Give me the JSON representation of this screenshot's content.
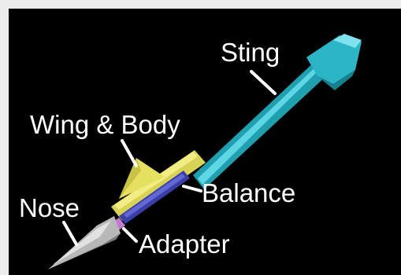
{
  "diagram": {
    "labels": {
      "sting": "Sting",
      "wing_body": "Wing & Body",
      "balance": "Balance",
      "nose": "Nose",
      "adapter": "Adapter"
    },
    "colors": {
      "background": "#000000",
      "frame": "#ececec",
      "sting": "#2bb5c6",
      "wing_body": "#e6e060",
      "balance": "#3a3fa8",
      "nose": "#b8b8b8",
      "adapter": "#c07ad0",
      "leader_lines": "#ffffff",
      "label_text": "#ffffff"
    }
  }
}
